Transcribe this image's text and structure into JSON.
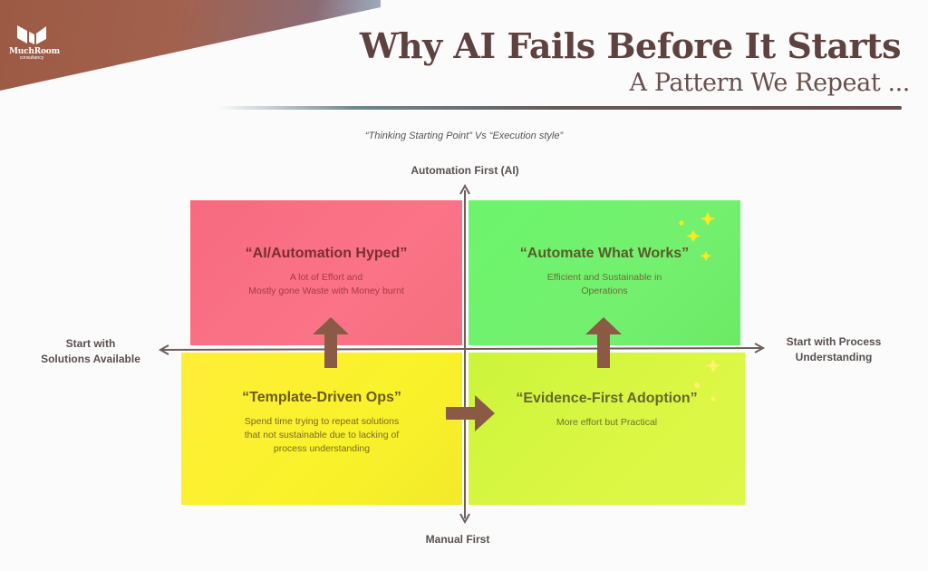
{
  "brand": {
    "name": "MuchRoom",
    "tagline": "consultancy",
    "icon": "logo-mark-icon"
  },
  "header": {
    "title": "Why AI Fails Before It Starts",
    "subtitle": "A Pattern We Repeat ..."
  },
  "caption": "“Thinking Starting Point” Vs “Execution style”",
  "axes": {
    "top": "Automation First (AI)",
    "bottom": "Manual First",
    "left_line1": "Start with",
    "left_line2": "Solutions Available",
    "right_line1": "Start with Process",
    "right_line2": "Understanding"
  },
  "quadrants": {
    "top_left": {
      "title": "“AI/Automation Hyped”",
      "desc_line1": "A lot of Effort and",
      "desc_line2": "Mostly gone Waste with Money burnt",
      "color": "#fb7387"
    },
    "top_right": {
      "title": "“Automate What Works”",
      "desc_line1": "Efficient and Sustainable in",
      "desc_line2": "Operations",
      "color": "#74f06f"
    },
    "bottom_left": {
      "title": "“Template-Driven Ops”",
      "desc_line1": "Spend time trying to repeat solutions",
      "desc_line2": "that not sustainable due to lacking of",
      "desc_line3": "process understanding",
      "color": "#f9f22a"
    },
    "bottom_right": {
      "title": "“Evidence-First Adoption”",
      "desc_line1": "More effort but Practical",
      "color": "#dbf744"
    }
  },
  "colors": {
    "arrow": "#8b5a44",
    "axis": "#6e5e5c",
    "title": "#5e4240",
    "sparkle": "#ffe81a"
  }
}
